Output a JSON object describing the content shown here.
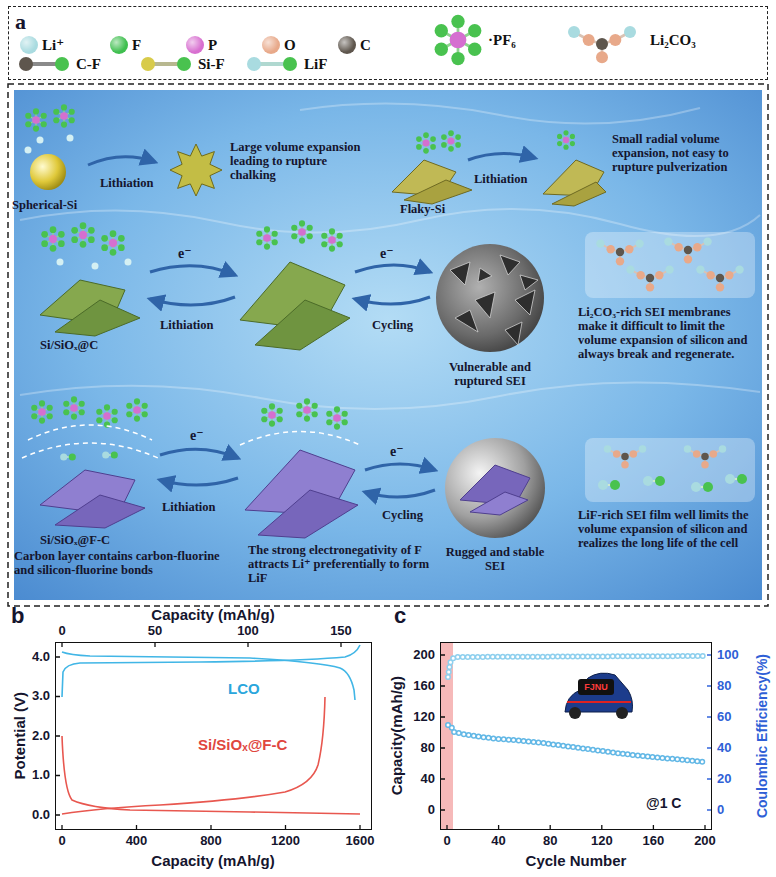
{
  "diagram": {
    "nodes": [
      {
        "text": [
          "a"
        ]
      },
      {
        "text": [
          "b"
        ]
      },
      {
        "text": [
          "c"
        ]
      }
    ],
    "labels": [
      "Spherical-Si",
      "Lithiation",
      "Large volume expansion leading to rupture chalking",
      "Flaky-Si",
      "Lithiation",
      "Small radial volume expansion, not easy to rupture pulverization",
      "Si/SiOₓ@C",
      "e⁻",
      "Lithiation",
      "e⁻",
      "Cycling",
      "Vulnerable and ruptured SEI",
      "Li₂CO₃-rich SEI membranes make it difficult to limit the volume expansion of silicon and always break and regenerate.",
      "Si/SiOₓ@F-C",
      "Carbon layer contains carbon-fluorine and silicon-fluorine bonds",
      "e⁻",
      "Lithiation",
      "The strong electronegativity of F attracts Li⁺ preferentially to form LiF",
      "e⁻",
      "Cycling",
      "Rugged and stable SEI",
      "LiF-rich SEI film well limits the volume expansion of silicon and realizes the long life of the cell",
      "Capacity (mAh/g)",
      "0",
      "50",
      "100",
      "150",
      "Potential (V)",
      "0.0",
      "1.0",
      "2.0",
      "3.0",
      "4.0",
      "LCO",
      "Si/SiOₓ@F-C",
      "0",
      "400",
      "800",
      "1200",
      "1600",
      "Capacity (mAh/g)",
      "Capacity(mAh/g)",
      "0",
      "40",
      "80",
      "120",
      "160",
      "200",
      "Coulombic Efficiency(%)",
      "0",
      "20",
      "40",
      "60",
      "80",
      "100",
      "0",
      "40",
      "80",
      "120",
      "160",
      "200",
      "Cycle Number",
      "@1 C",
      "FJNU"
    ],
    "legend": [
      {
        "text": "Li⁺",
        "color": "#a9dbe0"
      },
      {
        "text": "F",
        "color": "#3fbf4f"
      },
      {
        "text": "P",
        "color": "#d86fd0"
      },
      {
        "text": "O",
        "color": "#e8a98a"
      },
      {
        "text": "C",
        "color": "#5e564d"
      },
      {
        "text": "C-F"
      },
      {
        "text": "Si-F"
      },
      {
        "text": "LiF"
      },
      {
        "text": "·PF₆"
      },
      {
        "text": "Li₂CO₃"
      }
    ]
  }
}
